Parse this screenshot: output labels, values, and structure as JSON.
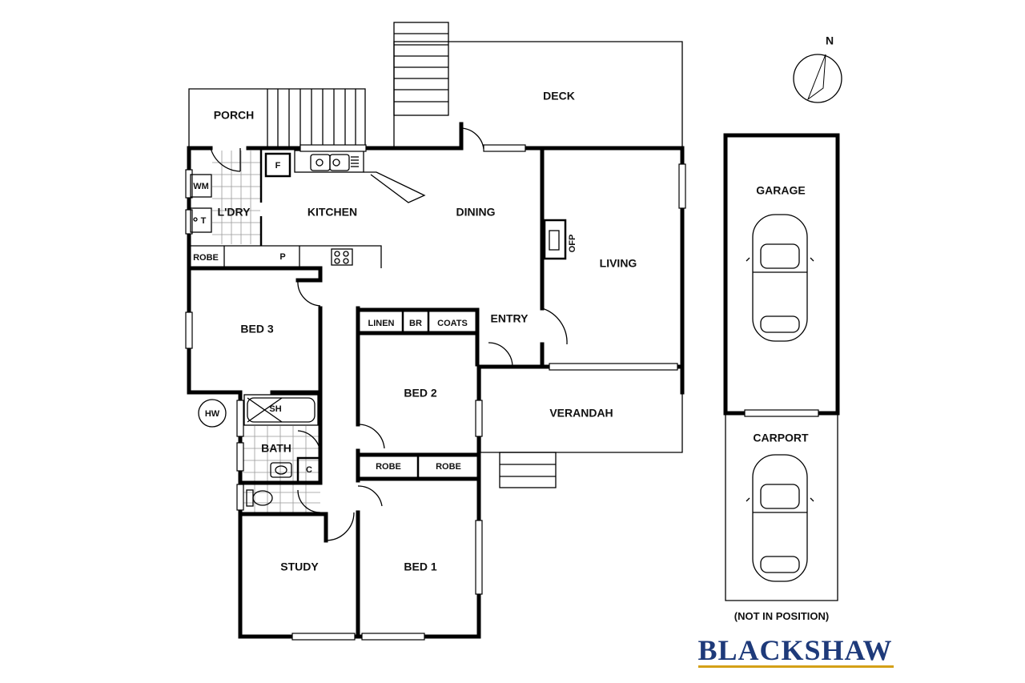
{
  "rooms": {
    "porch": "PORCH",
    "deck": "DECK",
    "kitchen": "KITCHEN",
    "dining": "DINING",
    "laundry": "L'DRY",
    "living": "LIVING",
    "entry": "ENTRY",
    "bed1": "BED 1",
    "bed2": "BED 2",
    "bed3": "BED 3",
    "study": "STUDY",
    "bath": "BATH",
    "verandah": "VERANDAH",
    "garage": "GARAGE",
    "carport": "CARPORT"
  },
  "fixtures": {
    "wm": "WM",
    "t": "T",
    "fridge": "F",
    "pantry": "P",
    "robe_laundry": "ROBE",
    "linen": "LINEN",
    "br": "BR",
    "coats": "COATS",
    "robe_a": "ROBE",
    "robe_b": "ROBE",
    "shower": "SH",
    "cupboard": "C",
    "hot_water": "HW",
    "fireplace": "OFP"
  },
  "compass": {
    "label": "N"
  },
  "note": "(NOT IN POSITION)",
  "brand": {
    "name": "BLACKSHAW",
    "color": "#1e3a7a",
    "underline_color": "#d4a017"
  }
}
